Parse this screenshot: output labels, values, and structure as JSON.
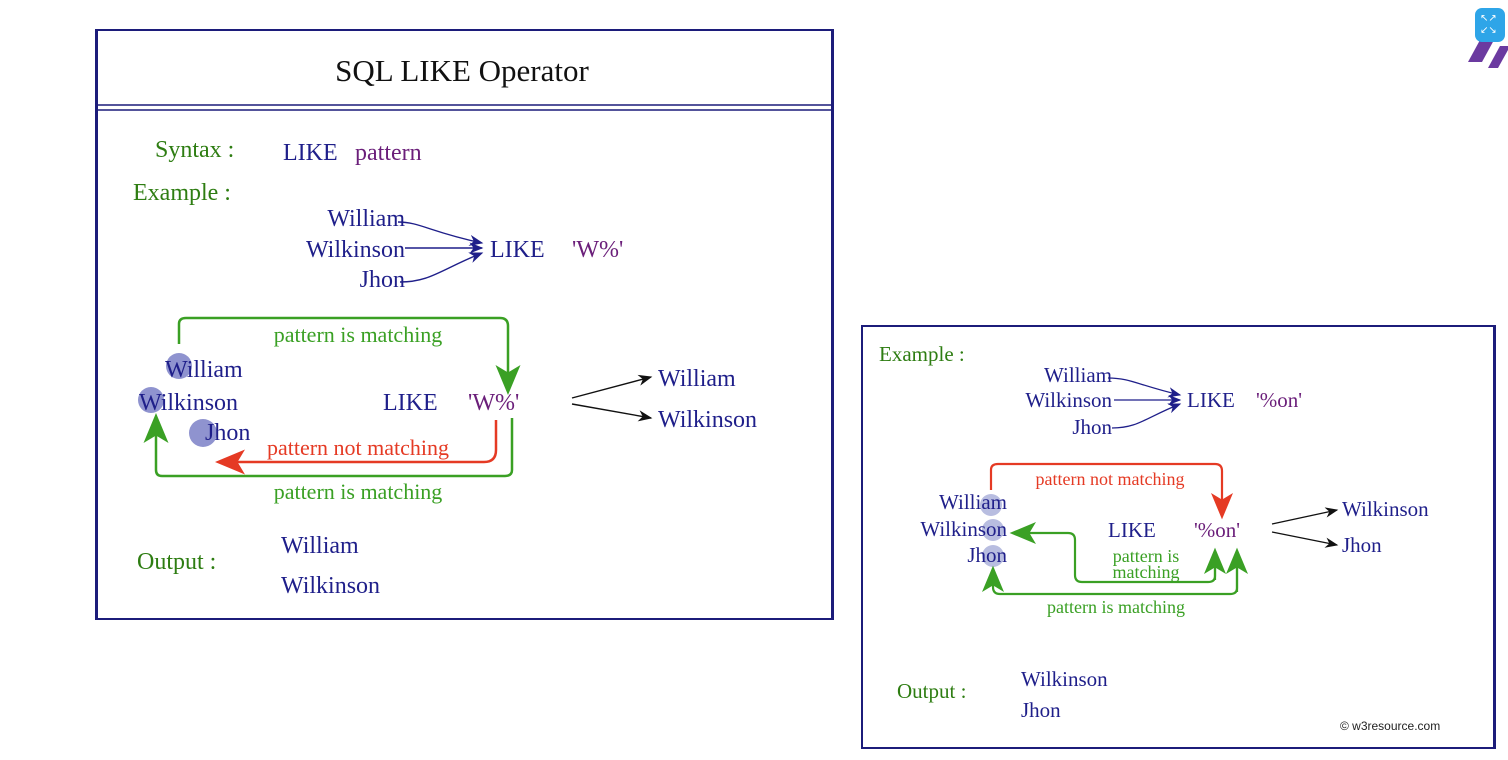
{
  "left": {
    "title": "SQL LIKE  Operator",
    "syntax_label": "Syntax :",
    "syntax_like": "LIKE",
    "syntax_pattern": "pattern",
    "example_label": "Example :",
    "inputs": [
      "William",
      "Wilkinson",
      "Jhon"
    ],
    "like_keyword": "LIKE",
    "pattern": "'W%'",
    "pattern_diagram": "'W%'",
    "names": [
      "William",
      "Wilkinson",
      "Jhon"
    ],
    "match_top": "pattern is matching",
    "not_match": "pattern not matching",
    "match_bottom": "pattern is matching",
    "results": [
      "William",
      "Wilkinson"
    ],
    "output_label": "Output :",
    "outputs": [
      "William",
      "Wilkinson"
    ]
  },
  "right": {
    "example_label": "Example :",
    "inputs": [
      "William",
      "Wilkinson",
      "Jhon"
    ],
    "like_keyword": "LIKE",
    "pattern": "'%on'",
    "pattern_diagram": "'%on'",
    "names": [
      "William",
      "Wilkinson",
      "Jhon"
    ],
    "not_match": "pattern not matching",
    "match_inner_1": "pattern is",
    "match_inner_2": "matching",
    "match_bottom": "pattern is matching",
    "results": [
      "Wilkinson",
      "Jhon"
    ],
    "output_label": "Output :",
    "outputs": [
      "Wilkinson",
      "Jhon"
    ],
    "copyright": "© w3resource.com"
  },
  "expand_icon": "expand-icon",
  "colors": {
    "navy": "#1f1f8a",
    "green": "#2e7d12",
    "purple": "#6b1f7a",
    "red": "#e53a24",
    "match_green": "#3aa024"
  }
}
